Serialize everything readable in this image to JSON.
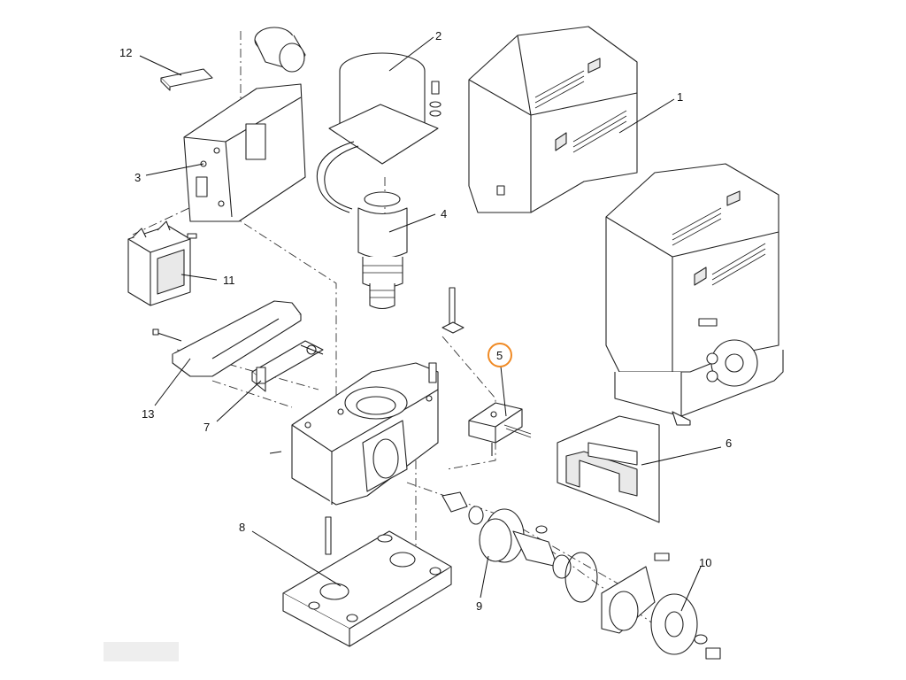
{
  "parts": [
    {
      "id": "1",
      "label": "1"
    },
    {
      "id": "2",
      "label": "2"
    },
    {
      "id": "3",
      "label": "3"
    },
    {
      "id": "4",
      "label": "4"
    },
    {
      "id": "5",
      "label": "5",
      "highlighted": true
    },
    {
      "id": "6",
      "label": "6"
    },
    {
      "id": "7",
      "label": "7"
    },
    {
      "id": "8",
      "label": "8"
    },
    {
      "id": "9",
      "label": "9"
    },
    {
      "id": "10",
      "label": "10"
    },
    {
      "id": "11",
      "label": "11"
    },
    {
      "id": "12",
      "label": "12"
    },
    {
      "id": "13",
      "label": "13"
    }
  ],
  "highlight_color": "#f08a24"
}
